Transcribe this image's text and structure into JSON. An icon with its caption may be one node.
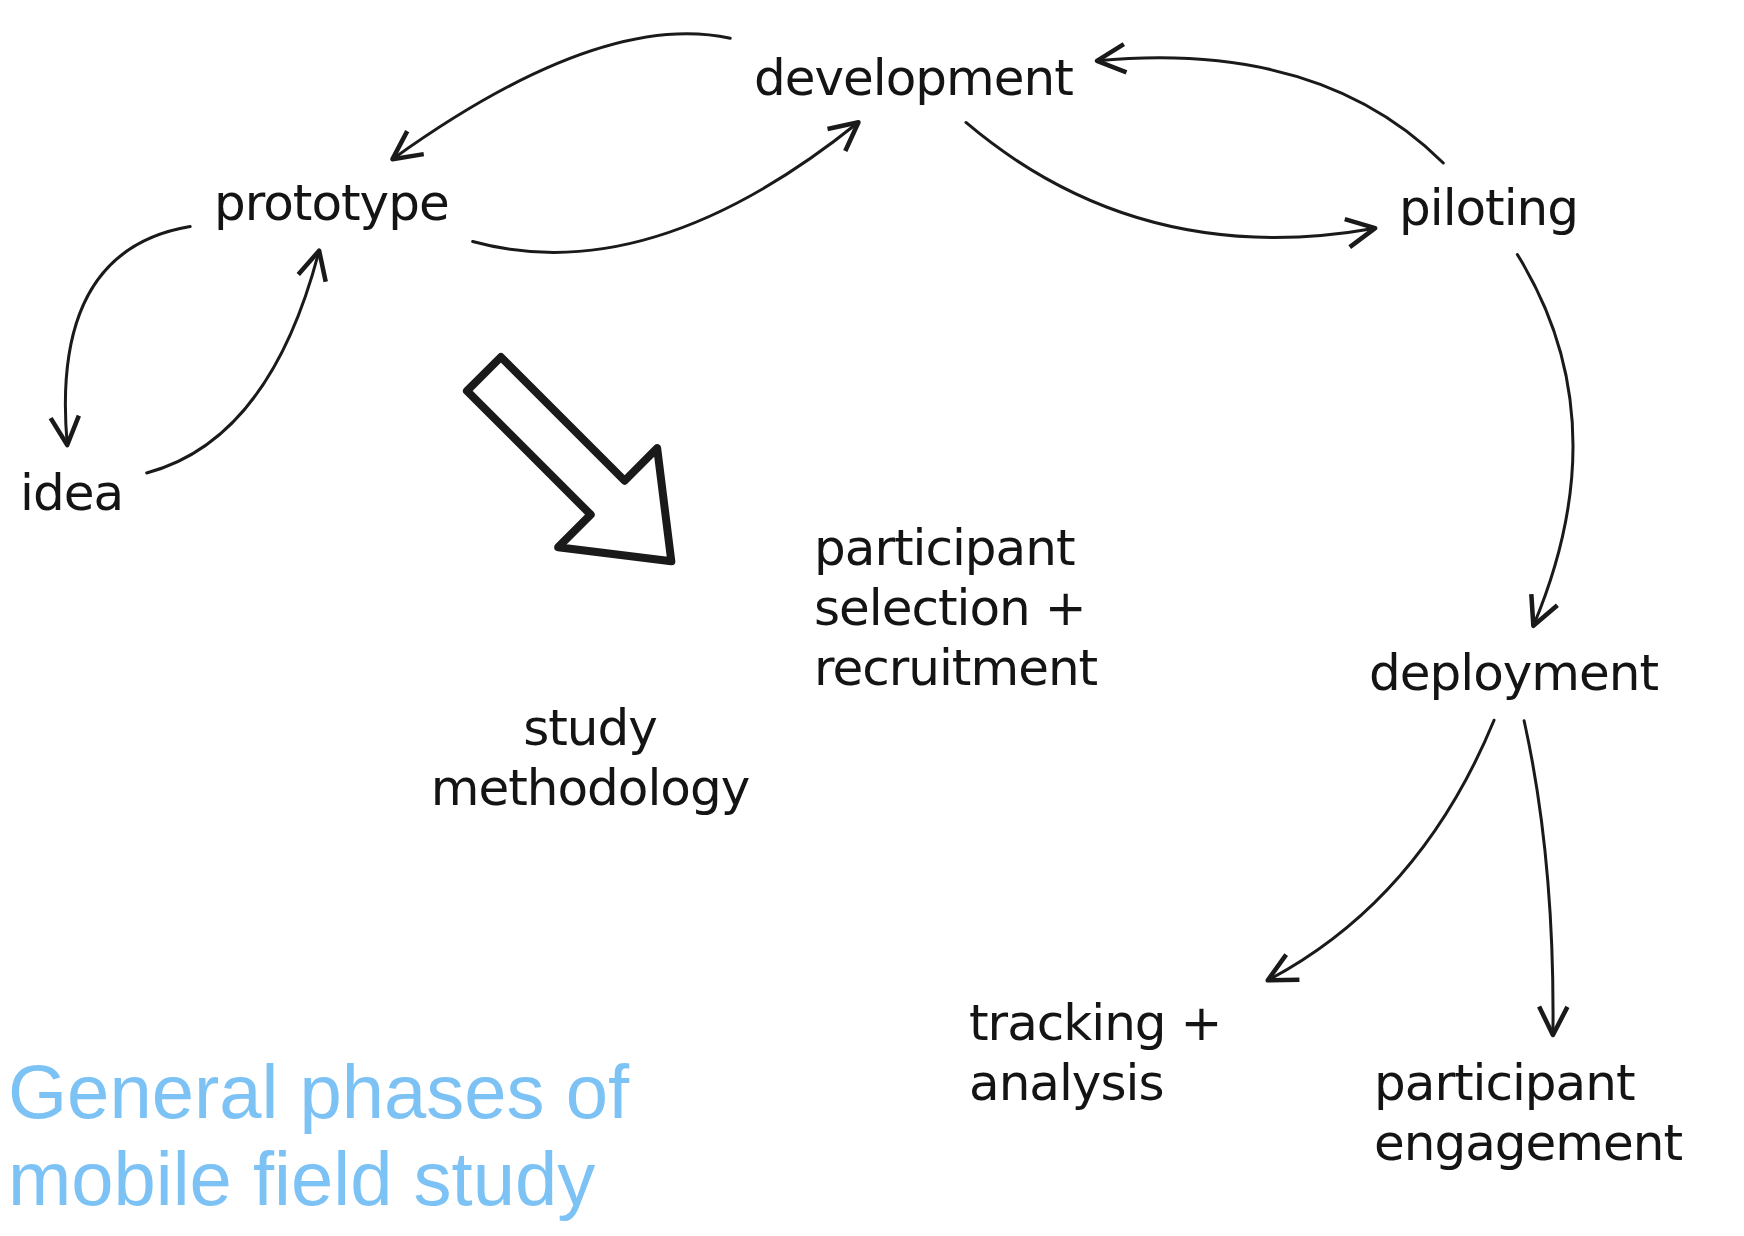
{
  "diagram": {
    "title": "General phases of mobile field study",
    "nodes": [
      {
        "text": [
          "development"
        ]
      },
      {
        "text": [
          "prototype"
        ]
      },
      {
        "text": [
          "piloting"
        ]
      },
      {
        "text": [
          "idea"
        ]
      },
      {
        "text": [
          "participant selection + recruitment"
        ]
      },
      {
        "text": [
          "study methodology"
        ]
      },
      {
        "text": [
          "deployment"
        ]
      },
      {
        "text": [
          "tracking + analysis"
        ]
      },
      {
        "text": [
          "participant engagement"
        ]
      }
    ],
    "edges": [
      {
        "from": 0,
        "to": 1,
        "arrow": "to"
      },
      {
        "from": 1,
        "to": 0,
        "arrow": "to"
      },
      {
        "from": 2,
        "to": 0,
        "arrow": "to"
      },
      {
        "from": 0,
        "to": 2,
        "arrow": "to"
      },
      {
        "from": 1,
        "to": 3,
        "arrow": "to"
      },
      {
        "from": 3,
        "to": 1,
        "arrow": "to"
      },
      {
        "from": 2,
        "to": 6,
        "arrow": "to"
      },
      {
        "from": 6,
        "to": 7,
        "arrow": "to"
      },
      {
        "from": 6,
        "to": 8,
        "arrow": "to"
      }
    ]
  }
}
